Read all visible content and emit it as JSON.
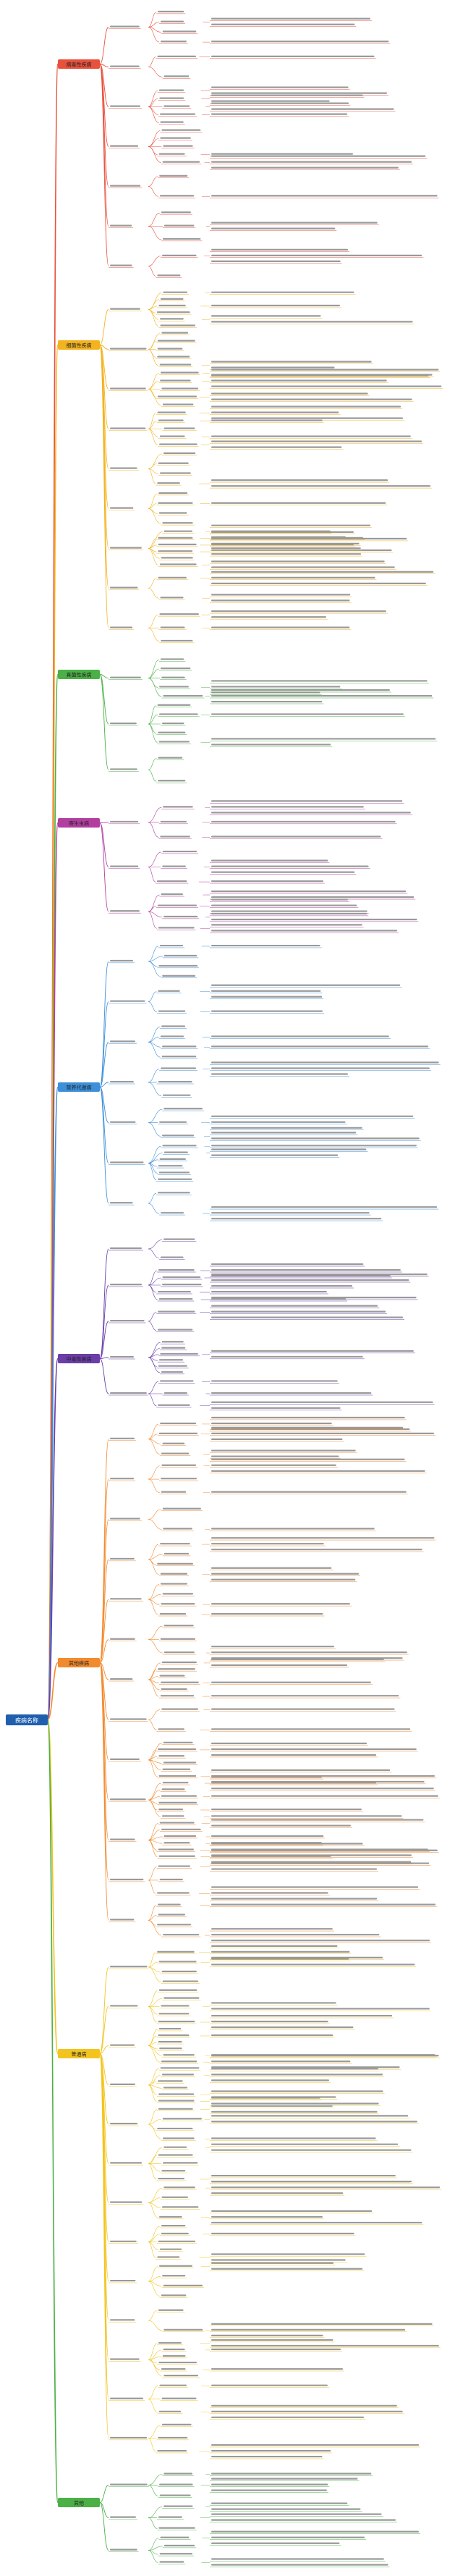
{
  "root": {
    "label": "疾病名称"
  },
  "categories": [
    {
      "label": "病毒性疾病",
      "color": "#e8513c"
    },
    {
      "label": "细菌性疾病",
      "color": "#f3b31f"
    },
    {
      "label": "真菌性疾病",
      "color": "#4bb046"
    },
    {
      "label": "寄生虫病",
      "color": "#b23fa0"
    },
    {
      "label": "营养代谢病",
      "color": "#3c8fd8"
    },
    {
      "label": "中毒性疾病",
      "color": "#6a3da8"
    },
    {
      "label": "其他疾病",
      "color": "#f28a2e"
    },
    {
      "label": "普通病",
      "color": "#f3c41f"
    },
    {
      "label": "其他",
      "color": "#4bb046"
    }
  ],
  "texts": {
    "note_a": "病原为新城疫病毒，属副粘病毒科",
    "note_b": "主要经呼吸道和消化道传播",
    "note_c": "临床表现为呼吸困难、下痢、神经紊乱",
    "note_d": "剖检可见腺胃乳头出血",
    "note_e": "预防以免疫接种为主",
    "bottom_title": "防治措施"
  }
}
